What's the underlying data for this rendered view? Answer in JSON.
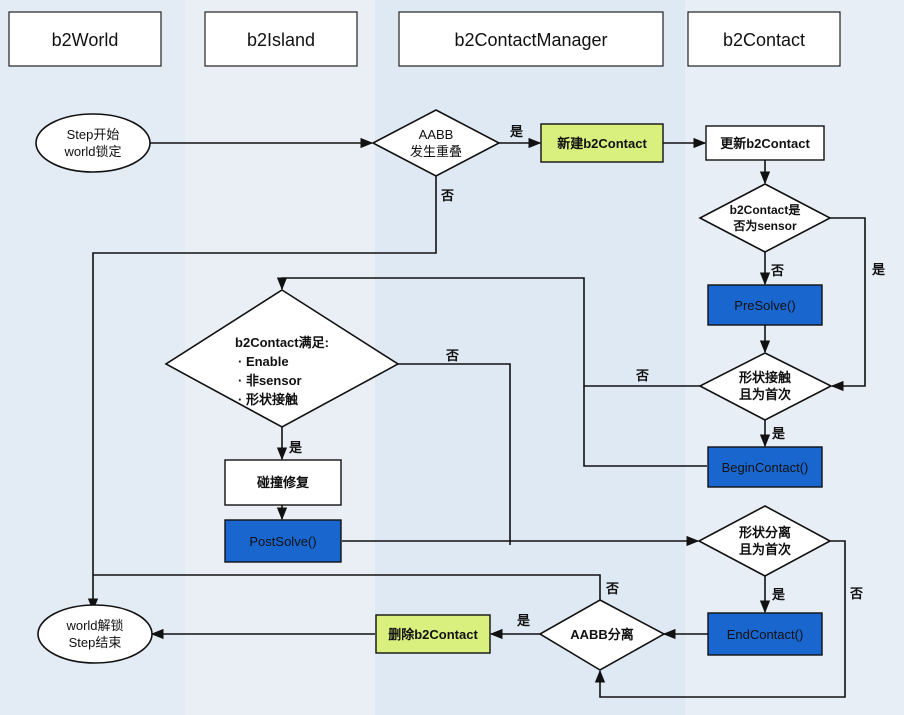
{
  "lanes": [
    "b2World",
    "b2Island",
    "b2ContactManager",
    "b2Contact"
  ],
  "nodes": {
    "step_start": [
      "Step开始",
      "world锁定"
    ],
    "aabb_overlap": [
      "AABB",
      "发生重叠"
    ],
    "new_contact": "新建b2Contact",
    "update_contact": "更新b2Contact",
    "is_sensor": [
      "b2Contact是",
      "否为sensor"
    ],
    "presolve": "PreSolve()",
    "first_touch": [
      "形状接触",
      "且为首次"
    ],
    "begin_contact": "BeginContact()",
    "condition": [
      "b2Contact满足:",
      "· Enable",
      "· 非sensor",
      "· 形状接触"
    ],
    "collision_fix": "碰撞修复",
    "postsolve": "PostSolve()",
    "first_separate": [
      "形状分离",
      "且为首次"
    ],
    "end_contact": "EndContact()",
    "aabb_separate": "AABB分离",
    "delete_contact": "删除b2Contact",
    "world_unlock": [
      "world解锁",
      "Step结束"
    ]
  },
  "edge_labels": {
    "overlap_yes": "是",
    "overlap_no": "否",
    "sensor_no": "否",
    "sensor_yes": "是",
    "touch_no": "否",
    "touch_yes": "是",
    "cond_yes": "是",
    "cond_no": "否",
    "separate_yes": "是",
    "separate_no": "否",
    "aabb_sep_yes": "是",
    "aabb_sep_no": "否"
  },
  "colors": {
    "yellow_fill": "#d9ef7e",
    "blue_fill": "#1a66cf",
    "stroke": "#111111",
    "arrow": "#111111"
  }
}
